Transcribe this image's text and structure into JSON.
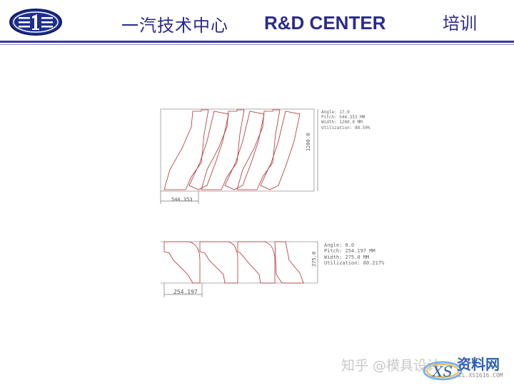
{
  "header": {
    "logo_icon": "faw-emblem-icon",
    "title_cn": "一汽技术中心",
    "title_en": "R&D CENTER",
    "section": "培训",
    "accent_color": "#2a2a8c"
  },
  "diagrams": [
    {
      "name": "angled-nesting-layout",
      "info": {
        "angle": "Angle: 17.0",
        "pitch": "Pitch: 544.353 MM",
        "width": "Width: 1280.0 MM",
        "utilization": "Utilization: 88.50%"
      },
      "pitch_dim": "544.353",
      "width_dim": "1280.0",
      "line_color": "#b03030"
    },
    {
      "name": "straight-nesting-layout",
      "info": {
        "angle": "Angle: 0.0",
        "pitch": "Pitch: 254.197 MM",
        "width": "Width: 275.0 MM",
        "utilization": "Utilization: 80.217%"
      },
      "pitch_dim": "254.197",
      "width_dim": "275.0",
      "line_color": "#b03030"
    }
  ],
  "watermark": {
    "text": "知乎 @模具设计",
    "site_name": "资料网",
    "site_url": "ZL.XS1616.COM"
  }
}
